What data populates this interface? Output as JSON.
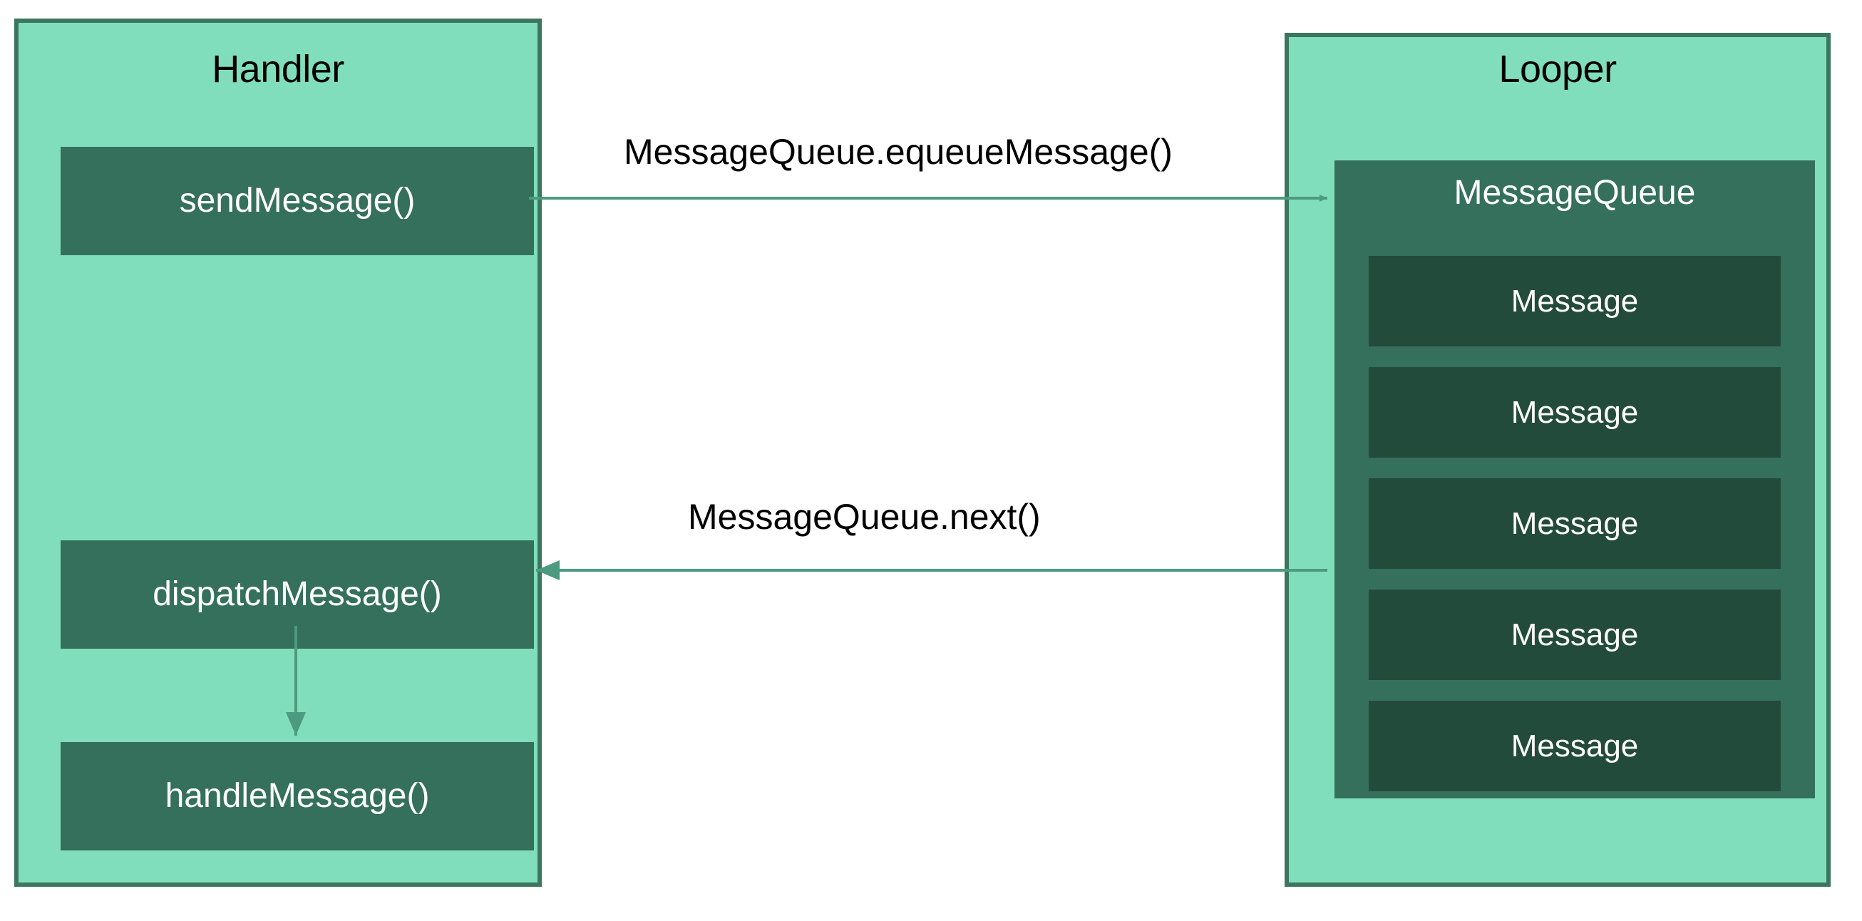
{
  "diagram": {
    "title_handler": "Handler",
    "title_looper": "Looper",
    "colors": {
      "panel_fill": "#80DEBC",
      "panel_border": "#3C7660",
      "box_fill": "#35705C",
      "message_fill": "#234B3C",
      "connector": "#4C9B80",
      "box_text": "#FFFFFF",
      "label_text": "#000000",
      "background": "#FFFFFF"
    }
  },
  "handler": {
    "title": "Handler",
    "boxes": [
      {
        "label": "sendMessage()"
      },
      {
        "label": "dispatchMessage()"
      },
      {
        "label": "handleMessage()"
      }
    ]
  },
  "looper": {
    "title": "Looper",
    "message_queue": {
      "title": "MessageQueue",
      "messages": [
        {
          "label": "Message"
        },
        {
          "label": "Message"
        },
        {
          "label": "Message"
        },
        {
          "label": "Message"
        },
        {
          "label": "Message"
        }
      ]
    }
  },
  "connectors": [
    {
      "label": "MessageQueue.equeueMessage()",
      "from": "sendMessage()",
      "to": "MessageQueue",
      "direction": "right"
    },
    {
      "label": "MessageQueue.next()",
      "from": "MessageQueue",
      "to": "dispatchMessage()",
      "direction": "left"
    },
    {
      "label": "",
      "from": "dispatchMessage()",
      "to": "handleMessage()",
      "direction": "down"
    }
  ]
}
